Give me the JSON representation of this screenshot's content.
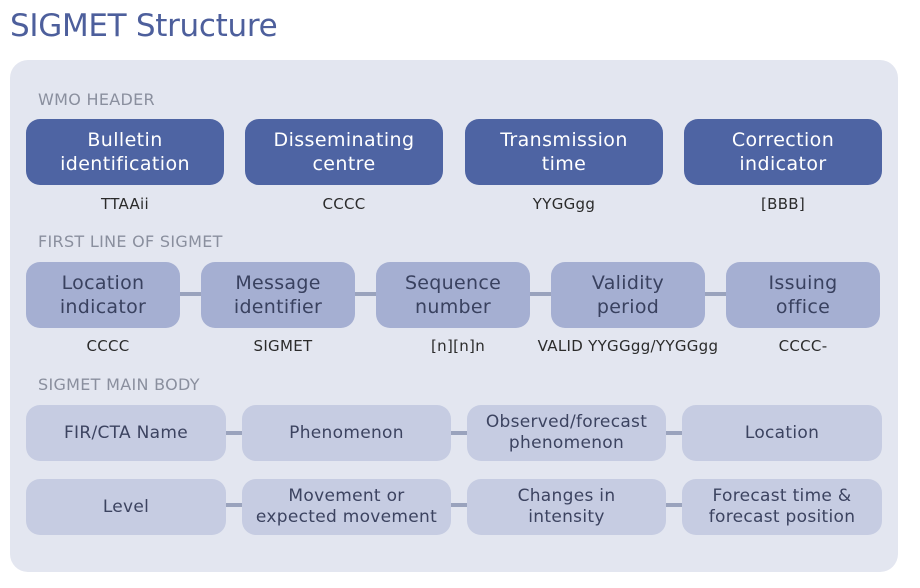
{
  "title": "SIGMET Structure",
  "sections": {
    "wmo": {
      "label": "WMO HEADER",
      "boxes": [
        {
          "label": "Bulletin\nidentification",
          "code": "TTAAii"
        },
        {
          "label": "Disseminating\ncentre",
          "code": "CCCC"
        },
        {
          "label": "Transmission\ntime",
          "code": "YYGGgg"
        },
        {
          "label": "Correction\nindicator",
          "code": "[BBB]"
        }
      ]
    },
    "first_line": {
      "label": "FIRST LINE OF SIGMET",
      "boxes": [
        {
          "label": "Location\nindicator",
          "code": "CCCC"
        },
        {
          "label": "Message\nidentifier",
          "code": "SIGMET"
        },
        {
          "label": "Sequence\nnumber",
          "code": "[n][n]n"
        },
        {
          "label": "Validity\nperiod",
          "code": "VALID YYGGgg/YYGGgg"
        },
        {
          "label": "Issuing\noffice",
          "code": "CCCC-"
        }
      ]
    },
    "main_body": {
      "label": "SIGMET MAIN BODY",
      "row1": [
        "FIR/CTA Name",
        "Phenomenon",
        "Observed/forecast\nphenomenon",
        "Location"
      ],
      "row2": [
        "Level",
        "Movement or\nexpected movement",
        "Changes in\nintensity",
        "Forecast time &\nforecast position"
      ]
    }
  },
  "colors": {
    "title": "#4d5f9c",
    "panel": "#e3e6f0",
    "wmo_box": "#4e64a3",
    "first_line_box": "#a5afd2",
    "main_body_box": "#c6cce2",
    "connector": "#9aa3bd"
  }
}
